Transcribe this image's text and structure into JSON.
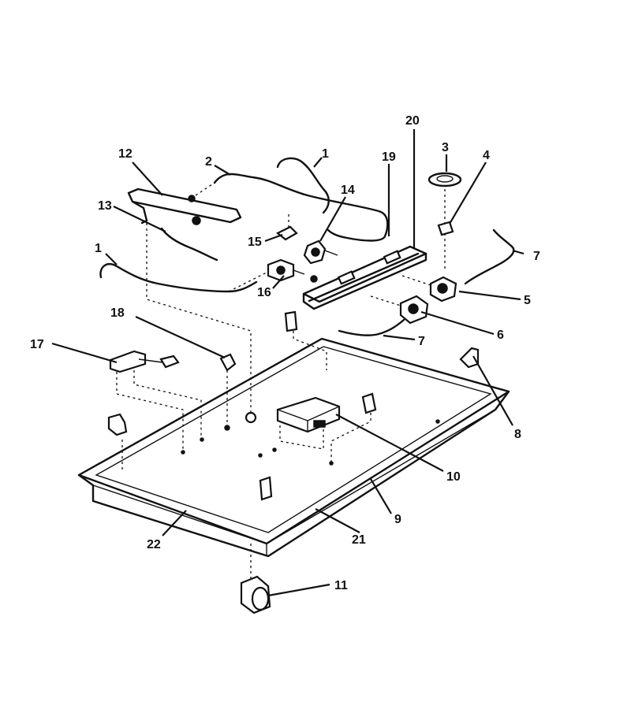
{
  "diagram": {
    "callouts": [
      "1",
      "1",
      "2",
      "3",
      "4",
      "5",
      "6",
      "7",
      "7",
      "8",
      "9",
      "10",
      "11",
      "12",
      "13",
      "14",
      "15",
      "16",
      "17",
      "18",
      "19",
      "20",
      "21",
      "22"
    ]
  }
}
